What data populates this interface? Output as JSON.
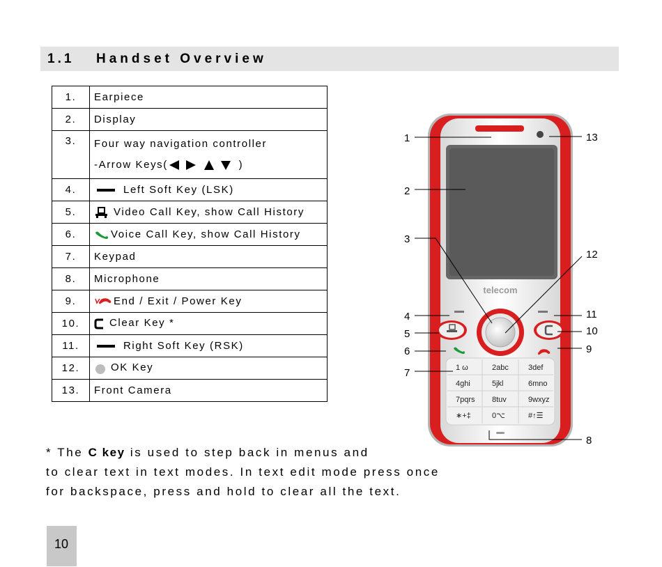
{
  "section": {
    "number": "1.1",
    "title": "Handset Overview"
  },
  "parts": [
    {
      "num": "1.",
      "label": "Earpiece"
    },
    {
      "num": "2.",
      "label": "Display"
    },
    {
      "num": "3.",
      "label": "Four way navigation controller",
      "label2": "-Arrow Keys(",
      "label2_end": " )"
    },
    {
      "num": "4.",
      "label": "Left Soft Key (LSK)",
      "icon": "soft-key-dash-icon"
    },
    {
      "num": "5.",
      "label": "Video Call Key, show Call History",
      "icon": "video-call-icon"
    },
    {
      "num": "6.",
      "label": "Voice Call Key, show Call History",
      "icon": "green-phone-icon"
    },
    {
      "num": "7.",
      "label": "Keypad"
    },
    {
      "num": "8.",
      "label": "Microphone"
    },
    {
      "num": "9.",
      "label": "End / Exit / Power Key",
      "icon": "red-phone-icon"
    },
    {
      "num": "10.",
      "label": "Clear Key *",
      "icon": "clear-c-icon"
    },
    {
      "num": "11.",
      "label": "Right Soft Key (RSK)",
      "icon": "soft-key-dash-icon"
    },
    {
      "num": "12.",
      "label": "OK Key",
      "icon": "ok-dot-icon"
    },
    {
      "num": "13.",
      "label": "Front Camera"
    }
  ],
  "note": {
    "prefix": "* The ",
    "bold": "C key",
    "line1_rest": " is used to step back in menus and",
    "line2": "to clear text in text modes. In text edit mode press once",
    "line3": "for backspace, press and hold to clear all the text."
  },
  "phone": {
    "brand": "telecom",
    "keys": [
      "1 ω",
      "2abc",
      "3def",
      "4ghi",
      "5jkl",
      "6mno",
      "7pqrs",
      "8tuv",
      "9wxyz",
      "∗+‡",
      "0⌥",
      "#↑☰"
    ],
    "callouts_left": [
      "1",
      "2",
      "3",
      "4",
      "5",
      "6",
      "7"
    ],
    "callouts_right": [
      "13",
      "12",
      "11",
      "10",
      "9",
      "8"
    ]
  },
  "page": {
    "number": "10"
  },
  "colors": {
    "phone_red": "#d81e1e",
    "section_bar": "#e4e4e4",
    "green": "#1a9a3a"
  }
}
